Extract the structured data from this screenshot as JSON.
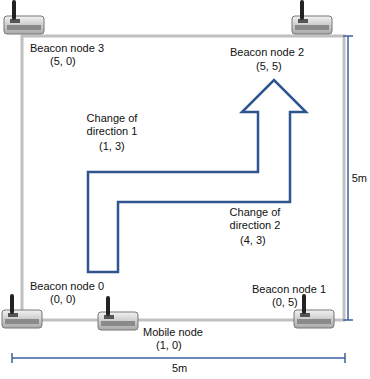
{
  "diagram": {
    "labels": [
      "Beacon node 3",
      "(5, 0)",
      "Beacon node 2",
      "(5, 5)",
      "Change of direction 1",
      "(1, 3)",
      "Change of direction 2",
      "(4, 3)",
      "Beacon node 0",
      "(0, 0)",
      "Beacon node 1",
      "(0, 5)",
      "Mobile node",
      "(1, 0)",
      "5m",
      "5m"
    ]
  }
}
